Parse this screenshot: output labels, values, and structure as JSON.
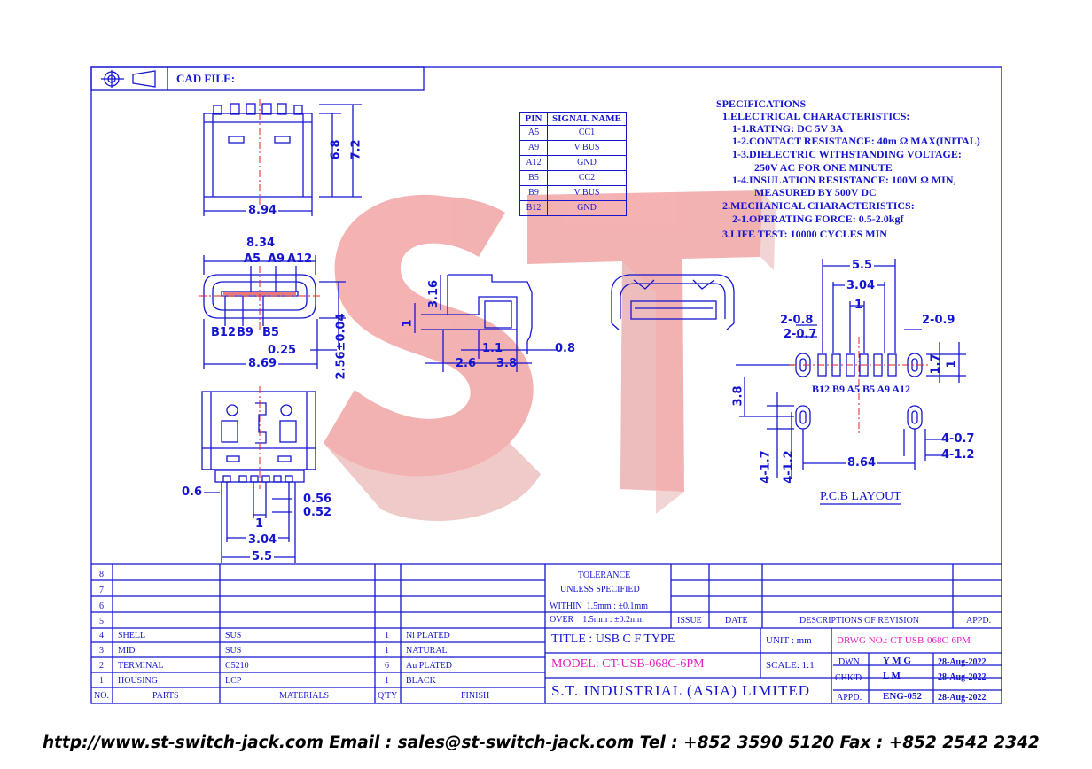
{
  "cad_file_label": "CAD FILE:",
  "pin_table": {
    "headers": [
      "PIN",
      "SIGNAL NAME"
    ],
    "rows": [
      [
        "A5",
        "CC1"
      ],
      [
        "A9",
        "V BUS"
      ],
      [
        "A12",
        "GND"
      ],
      [
        "B5",
        "CC2"
      ],
      [
        "B9",
        "V BUS"
      ],
      [
        "B12",
        "GND"
      ]
    ]
  },
  "specifications": [
    "SPECIFICATIONS",
    "1.ELECTRICAL CHARACTERISTICS:",
    "1-1.RATING: DC 5V 3A",
    "1-2.CONTACT RESISTANCE: 40m Ω MAX(INITAL)",
    "1-3.DIELECTRIC WITHSTANDING VOLTAGE:",
    "250V AC FOR ONE MINUTE",
    "1-4.INSULATION RESISTANCE: 100M Ω MIN,",
    "MEASURED BY 500V DC",
    "2.MECHANICAL CHARACTERISTICS:",
    "2-1.OPERATING FORCE: 0.5-2.0kgf",
    "3.LIFE TEST: 10000 CYCLES MIN"
  ],
  "dimensions": {
    "top_width": "8.94",
    "top_h1": "6.8",
    "top_h2": "7.2",
    "front_width_top": "8.34",
    "front_width_bottom": "8.69",
    "front_thick": "0.25",
    "front_height": "2.56±0.04",
    "pins_top": [
      "A5",
      "A9",
      "A12"
    ],
    "pins_bottom": [
      "B12",
      "B9",
      "B5"
    ],
    "side_h": "3.16",
    "side_h2": "1",
    "side_w1": "1.1",
    "side_w2": "0.8",
    "side_w3": "2.6",
    "side_w4": "3.8",
    "bottom_06": "0.6",
    "bottom_056": "0.56",
    "bottom_052": "0.52",
    "bottom_1": "1",
    "bottom_304": "3.04",
    "bottom_55": "5.5",
    "pcb_55": "5.5",
    "pcb_304": "3.04",
    "pcb_1": "1",
    "pcb_208": "2-0.8",
    "pcb_207": "2-0.7",
    "pcb_209": "2-0.9",
    "pcb_17": "1.7",
    "pcb_1b": "1",
    "pcb_38": "3.8",
    "pcb_417": "4-1.7",
    "pcb_412a": "4-1.2",
    "pcb_407": "4-0.7",
    "pcb_412b": "4-1.2",
    "pcb_864": "8.64",
    "pcb_pins": "B12 B9 A5 B5 A9 A12"
  },
  "pcb_layout_label": "P.C.B LAYOUT",
  "revision_rows": [
    "8",
    "7",
    "6",
    "5"
  ],
  "tolerance": {
    "line1": "TOLERANCE",
    "line2": "UNLESS SPECIFIED",
    "within": "WITHIN  1.5mm : ±0.1mm",
    "over": "OVER    1.5mm : ±0.2mm"
  },
  "revision_headers": [
    "ISSUE",
    "DATE",
    "DESCRIPTIONS OF REVISION",
    "APPD."
  ],
  "bom": [
    {
      "no": "4",
      "part": "SHELL",
      "material": "SUS",
      "qty": "1",
      "finish": "Ni PLATED"
    },
    {
      "no": "3",
      "part": "MID",
      "material": "SUS",
      "qty": "1",
      "finish": "NATURAL"
    },
    {
      "no": "2",
      "part": "TERMINAL",
      "material": "C5210",
      "qty": "6",
      "finish": "Au PLATED"
    },
    {
      "no": "1",
      "part": "HOUSING",
      "material": "LCP",
      "qty": "1",
      "finish": "BLACK"
    }
  ],
  "bom_headers": [
    "NO.",
    "PARTS",
    "MATERIALS",
    "Q'TY",
    "FINISH"
  ],
  "title_block": {
    "title": "TITLE : USB C F TYPE",
    "unit": "UNIT :  mm",
    "drwg": "DRWG NO.: CT-USB-068C-6PM",
    "model": "MODEL: CT-USB-068C-6PM",
    "scale": "SCALE:  1:1",
    "company": "S.T. INDUSTRIAL (ASIA) LIMITED",
    "dwn_label": "DWN.",
    "dwn": "Y M G",
    "dwn_date": "28-Aug-2022",
    "chk_label": "CHK'D",
    "chk": "L M",
    "chk_date": "28-Aug-2022",
    "appd_label": "APPD.",
    "appd": "ENG-052",
    "appd_date": "28-Aug-2022"
  },
  "footer": "http://www.st-switch-jack.com  Email : sales@st-switch-jack.com  Tel : +852 3590 5120  Fax : +852 2542 2342",
  "colors": {
    "line": "#1515d0",
    "watermark": "#f0a0a0",
    "highlight": "#e020c0"
  }
}
